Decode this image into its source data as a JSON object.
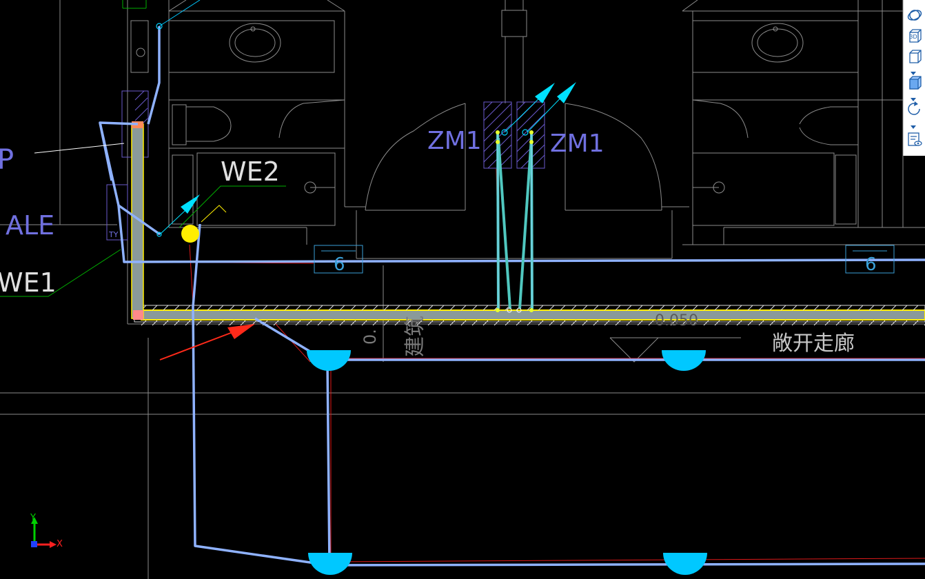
{
  "drawing": {
    "labels": {
      "p_partial": "P",
      "ale_partial": "ALE",
      "we1": "WE1",
      "we2": "WE2",
      "zm1_left": "ZM1",
      "zm1_right": "ZM1",
      "ref_left": "6",
      "ref_right": "6",
      "dim_partial": "0.",
      "elev_partial": "0.050",
      "jianzhu": "建筑",
      "corridor": "敞开走廊",
      "ty": "TY"
    },
    "colors": {
      "background": "#000000",
      "pipe_blue": "#8fb2ff",
      "cyan": "#00c8ff",
      "red_arrow": "#ff2a1a",
      "green": "#00c000",
      "yellow": "#ffee00",
      "hatch_purple": "#7a5cd6",
      "linework": "#9a9a9a"
    }
  },
  "toolbar": {
    "items": [
      {
        "name": "orbit-icon"
      },
      {
        "name": "3d-view-icon",
        "label": "3D"
      },
      {
        "name": "view-cube-icon"
      },
      {
        "name": "shaded-cube-icon"
      },
      {
        "name": "rotate-icon"
      },
      {
        "name": "properties-icon"
      }
    ]
  },
  "ucs": {
    "y_label": "Y",
    "x_label": "X"
  }
}
